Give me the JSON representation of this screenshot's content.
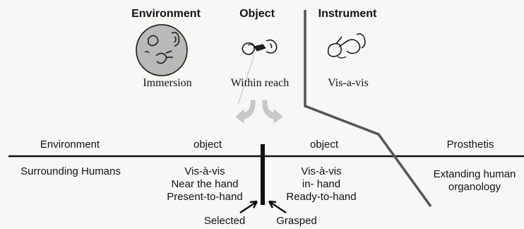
{
  "top": {
    "columns": [
      {
        "heading": "Environment",
        "caption": "Immersion",
        "icon": "hands-in-globe-icon"
      },
      {
        "heading": "Object",
        "caption": "Within reach",
        "icon": "hands-grasping-object-icon"
      },
      {
        "heading": "Instrument",
        "caption": "Vis-a-vis",
        "icon": "hands-holding-tool-icon"
      }
    ]
  },
  "row_above_line": {
    "environment": "Environment",
    "object_selected": "object",
    "object_grasped": "object",
    "prosthetis": "Prosthetis"
  },
  "row_below_line": {
    "surrounding": "Surrounding Humans",
    "selected_lines": [
      "Vis-à-vis",
      "Near the hand",
      "Present-to-hand"
    ],
    "grasped_lines": [
      "Vis-à-vis",
      "in- hand",
      "Ready-to-hand"
    ],
    "prosthetis_lines": [
      "Extanding human",
      "organology"
    ]
  },
  "bottom": {
    "selected": "Selected",
    "grasped": "Grasped"
  },
  "colors": {
    "ink": "#111111",
    "divider": "#555555",
    "globe_fill": "#b9b9b9",
    "arrow_fill": "#c8c8c8"
  }
}
